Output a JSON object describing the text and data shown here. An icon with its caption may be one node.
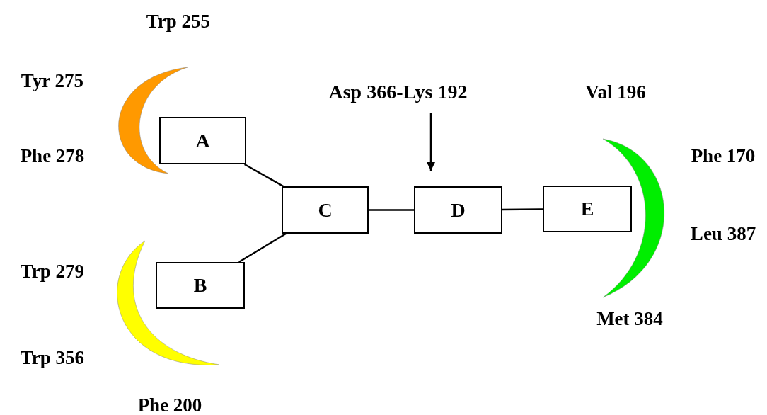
{
  "diagram": {
    "nodes": [
      {
        "text": [
          "A"
        ]
      },
      {
        "text": [
          "B"
        ]
      },
      {
        "text": [
          "C"
        ]
      },
      {
        "text": [
          "D"
        ]
      },
      {
        "text": [
          "E"
        ]
      },
      {
        "text": [
          "Asp 366-Lys 192"
        ]
      }
    ],
    "edges": [
      {
        "from": 0,
        "to": 2,
        "arrow": "none"
      },
      {
        "from": 1,
        "to": 2,
        "arrow": "none"
      },
      {
        "from": 2,
        "to": 3,
        "arrow": "none"
      },
      {
        "from": 3,
        "to": 4,
        "arrow": "none"
      },
      {
        "from": 5,
        "to": 3,
        "arrow": "to"
      }
    ],
    "labels": [
      "Trp 255",
      "Tyr 275",
      "Val 196",
      "Phe 278",
      "Phe 170",
      "Leu 387",
      "Trp 279",
      "Met 384",
      "Trp 356",
      "Phe 200"
    ]
  }
}
